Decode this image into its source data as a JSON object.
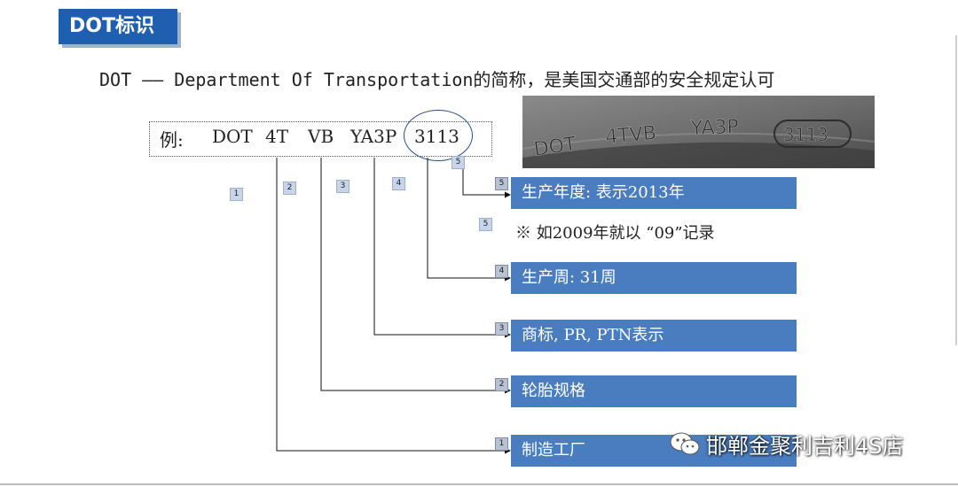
{
  "title": "DOT标识",
  "subtitle": "DOT —— Department Of Transportation的简称，是美国交通部的安全规定认可",
  "example": {
    "label": "例:",
    "parts": [
      "DOT",
      "4T",
      "VB",
      "YA3P",
      "3113"
    ]
  },
  "photo_text": {
    "dot": "DOT",
    "code": "4TVB",
    "mid": "YA3P",
    "date": "3113"
  },
  "tags": {
    "t1": "1",
    "t2": "2",
    "t3": "3",
    "t4": "4",
    "t5": "5",
    "t5b": "5",
    "b1": "1",
    "b2": "2",
    "b3": "3",
    "b4": "4",
    "b5": "5"
  },
  "boxes": {
    "year": "生产年度: 表示2013年",
    "week": "生产周: 31周",
    "brand": "商标, PR, PTN表示",
    "spec": "轮胎规格",
    "factory": "制造工厂"
  },
  "note": "※ 如2009年就以 “09”记录",
  "watermark": "邯郸金聚利吉利4S店",
  "colors": {
    "title_bg": "#1f5fb0",
    "box_bg": "#4a7cc0",
    "oval": "#2b4d8c"
  }
}
